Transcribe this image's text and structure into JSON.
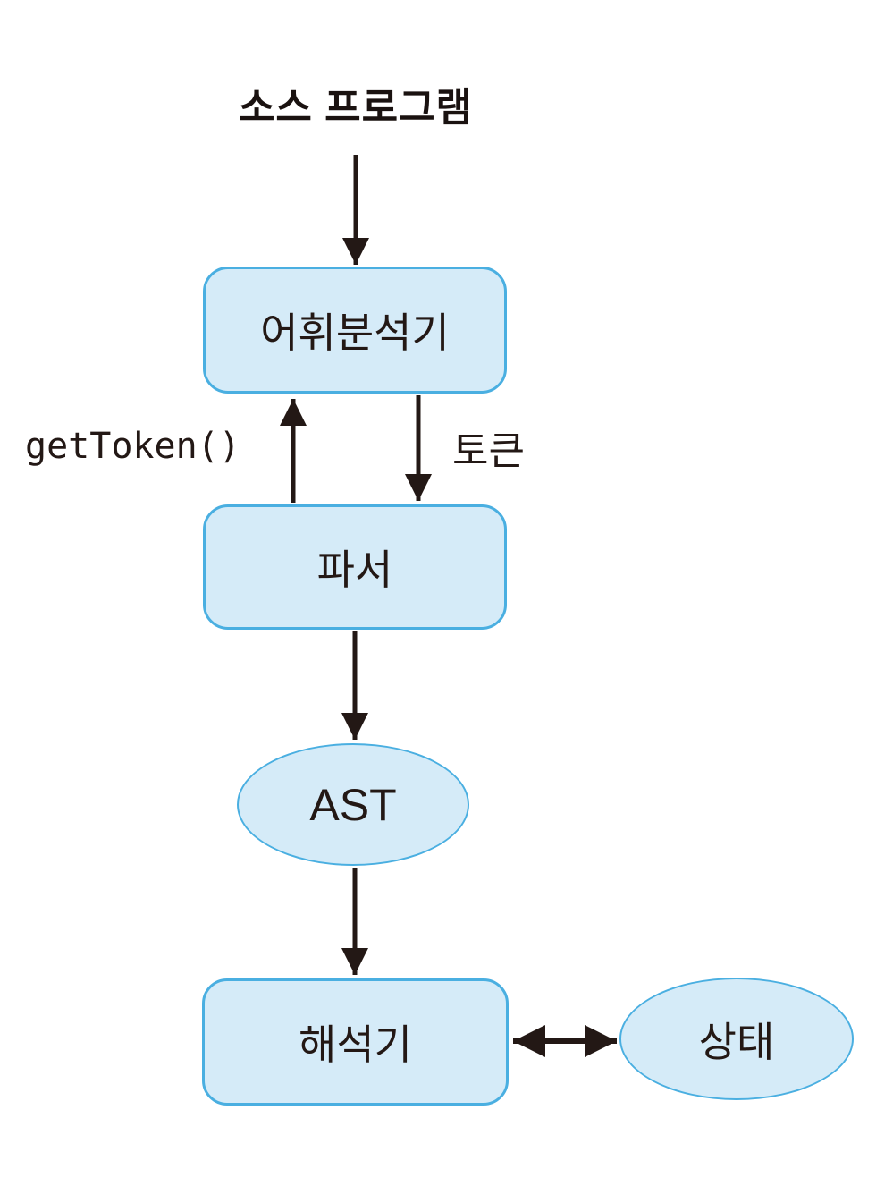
{
  "diagram": {
    "title": "소스 프로그램",
    "nodes": {
      "lexer": {
        "label": "어휘분석기",
        "shape": "rounded-rect"
      },
      "parser": {
        "label": "파서",
        "shape": "rounded-rect"
      },
      "ast": {
        "label": "AST",
        "shape": "ellipse"
      },
      "interpreter": {
        "label": "해석기",
        "shape": "rounded-rect"
      },
      "state": {
        "label": "상태",
        "shape": "ellipse"
      }
    },
    "edges": {
      "source_to_lexer": {
        "from": "소스 프로그램",
        "to": "어휘분석기",
        "direction": "down"
      },
      "parser_to_lexer": {
        "label": "getToken()",
        "from": "파서",
        "to": "어휘분석기",
        "direction": "up"
      },
      "lexer_to_parser": {
        "label": "토큰",
        "from": "어휘분석기",
        "to": "파서",
        "direction": "down"
      },
      "parser_to_ast": {
        "from": "파서",
        "to": "AST",
        "direction": "down"
      },
      "ast_to_interpreter": {
        "from": "AST",
        "to": "해석기",
        "direction": "down"
      },
      "interpreter_to_state": {
        "from": "해석기",
        "to": "상태",
        "direction": "both"
      }
    },
    "colors": {
      "background": "#ffffff",
      "node_fill": "#d5ebf8",
      "node_border": "#4aafe1",
      "arrow": "#231815",
      "text": "#231815"
    }
  }
}
